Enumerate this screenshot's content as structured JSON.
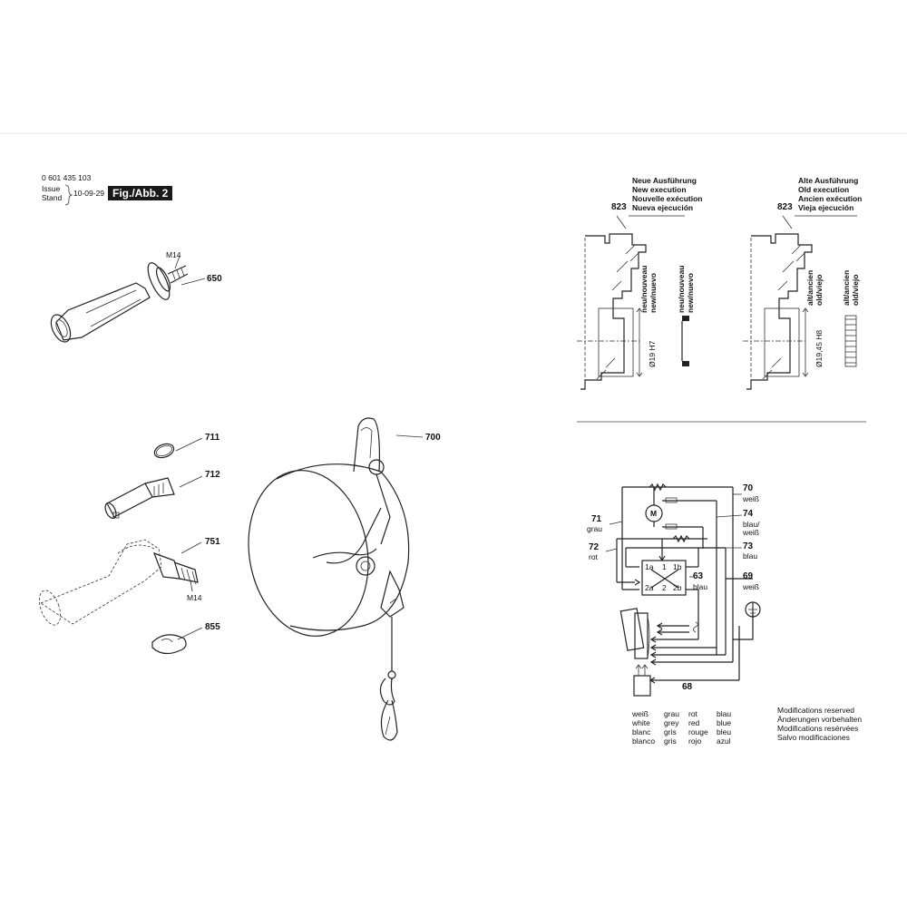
{
  "header": {
    "part_number": "0 601 435 103",
    "issue_label": "Issue",
    "stand_label": "Stand",
    "date": "10-09-29",
    "figure_label": "Fig./Abb. 2"
  },
  "left_parts": {
    "p650": "650",
    "m14_top": "M14",
    "p711": "711",
    "p712": "712",
    "p751": "751",
    "m14_bottom": "M14",
    "p855": "855",
    "p700": "700"
  },
  "new_execution": {
    "part": "823",
    "title_lines": [
      "Neue Ausführung",
      "New execution",
      "Nouvelle exécution",
      "Nueva ejecución"
    ],
    "vert_a": [
      "neu/nouveau",
      "new/nuevo"
    ],
    "vert_b": [
      "neu/nouveau",
      "new/nuevo"
    ],
    "dimension": "Ø19 H7"
  },
  "old_execution": {
    "part": "823",
    "title_lines": [
      "Alte Ausführung",
      "Old execution",
      "Ancien exécution",
      "Vieja ejecución"
    ],
    "vert_a": [
      "alt/ancien",
      "old/viejo"
    ],
    "vert_b": [
      "alt/ancien",
      "old/viejo"
    ],
    "dimension": "Ø19,45 H8"
  },
  "wiring": {
    "w70": "70",
    "w70c": "weiß",
    "w71": "71",
    "w71c": "grau",
    "w74": "74",
    "w74c1": "blau/",
    "w74c2": "weiß",
    "w72": "72",
    "w72c": "rot",
    "w73": "73",
    "w73c": "blau",
    "w63": "63",
    "w63c": "blau",
    "w69": "69",
    "w69c": "weiß",
    "w68": "68",
    "motor": "M",
    "sw_1a": "1a",
    "sw_1": "1",
    "sw_1b": "1b",
    "sw_2a": "2a",
    "sw_2": "2",
    "sw_2b": "2b"
  },
  "colors_legend": {
    "col1": [
      "weiß",
      "white",
      "blanc",
      "blanco"
    ],
    "col2": [
      "grau",
      "grey",
      "gris",
      "gris"
    ],
    "col3": [
      "rot",
      "red",
      "rouge",
      "rojo"
    ],
    "col4": [
      "blau",
      "blue",
      "bleu",
      "azul"
    ]
  },
  "modifications": [
    "Modifications reserved",
    "Änderungen vorbehalten",
    "Modifications resérvées",
    "Salvo modificaciones"
  ]
}
